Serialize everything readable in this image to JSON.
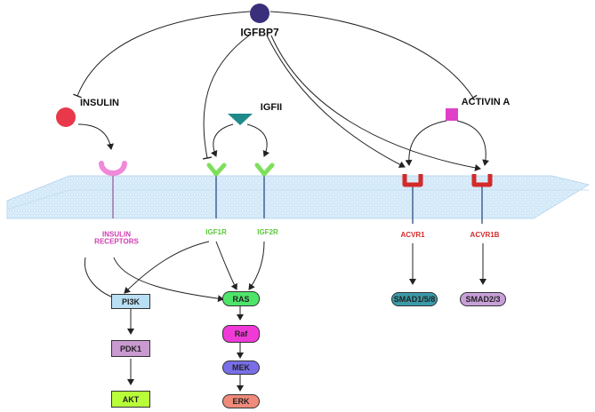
{
  "ligands": {
    "igfbp7": "IGFBP7",
    "insulin": "INSULIN",
    "igfii": "IGFII",
    "activin": "ACTIVIN A"
  },
  "receptors": {
    "insulin_receptors": "INSULIN\nRECEPTORS",
    "igf1r": "IGF1R",
    "igf2r": "IGF2R",
    "acvr1": "ACVR1",
    "acvr1b": "ACVR1B"
  },
  "nodes": {
    "pi3k": "PI3K",
    "pdk1": "PDK1",
    "akt": "AKT",
    "ras": "RAS",
    "raf": "Raf",
    "mek": "MEK",
    "erk": "ERK",
    "smad158": "SMAD1/5/8",
    "smad23": "SMAD2/3"
  },
  "colors": {
    "igfbp7": "#3a2f7a",
    "insulin": "#e8384a",
    "igfii": "#1f8a8a",
    "activin": "#e040c8",
    "insulin_receptor": "#f08ad8",
    "igf_receptor": "#7ee05a",
    "acvr_receptor": "#d42a2a",
    "pi3k": "#b9dff5",
    "pdk1": "#c89ad0",
    "akt": "#b8ff3a",
    "ras": "#4ee46a",
    "raf": "#f03ad8",
    "mek": "#7a6ee8",
    "erk": "#f08a7a",
    "smad158": "#3a9aa8",
    "smad23": "#c8a0d8",
    "membrane": "#cfe6f8"
  }
}
